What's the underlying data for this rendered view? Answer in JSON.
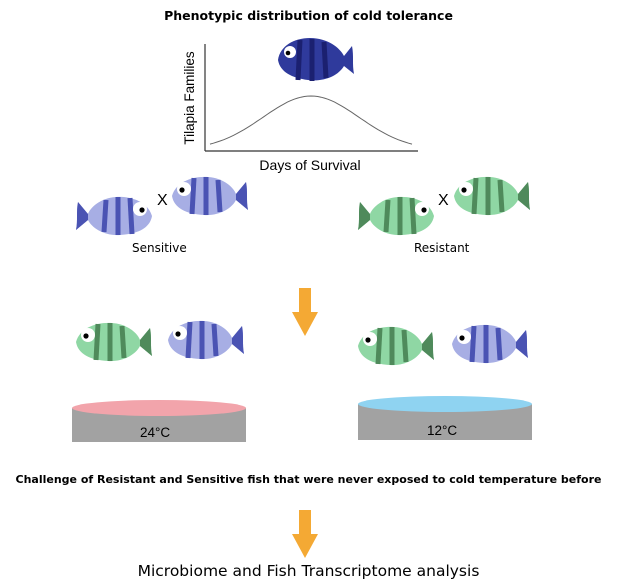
{
  "title": "Phenotypic distribution of cold tolerance",
  "chart_data": {
    "type": "line",
    "title": "Phenotypic distribution of cold tolerance",
    "xlabel": "Days of Survival",
    "ylabel": "Tilapia Families",
    "shape": "bell-curve",
    "grid": false
  },
  "cross": {
    "left": {
      "symbol": "X",
      "label": "Sensitive"
    },
    "right": {
      "symbol": "X",
      "label": "Resistant"
    }
  },
  "treatments": [
    {
      "temperature": "24°C",
      "color": "#f2a4ab"
    },
    {
      "temperature": "12°C",
      "color": "#8fd3f1"
    }
  ],
  "challenge_text": "Challenge of Resistant and Sensitive fish that were never exposed to cold temperature before",
  "footer": "Microbiome and Fish Transcriptome analysis",
  "colors": {
    "navy_fish": "#2f3a9c",
    "sensitive_fish": "#a7aee4",
    "sensitive_stripe": "#4a53b3",
    "resistant_fish": "#8fd7a4",
    "resistant_stripe": "#4f8a5b",
    "arrow": "#f4a934",
    "platform": "#a2a2a2"
  }
}
